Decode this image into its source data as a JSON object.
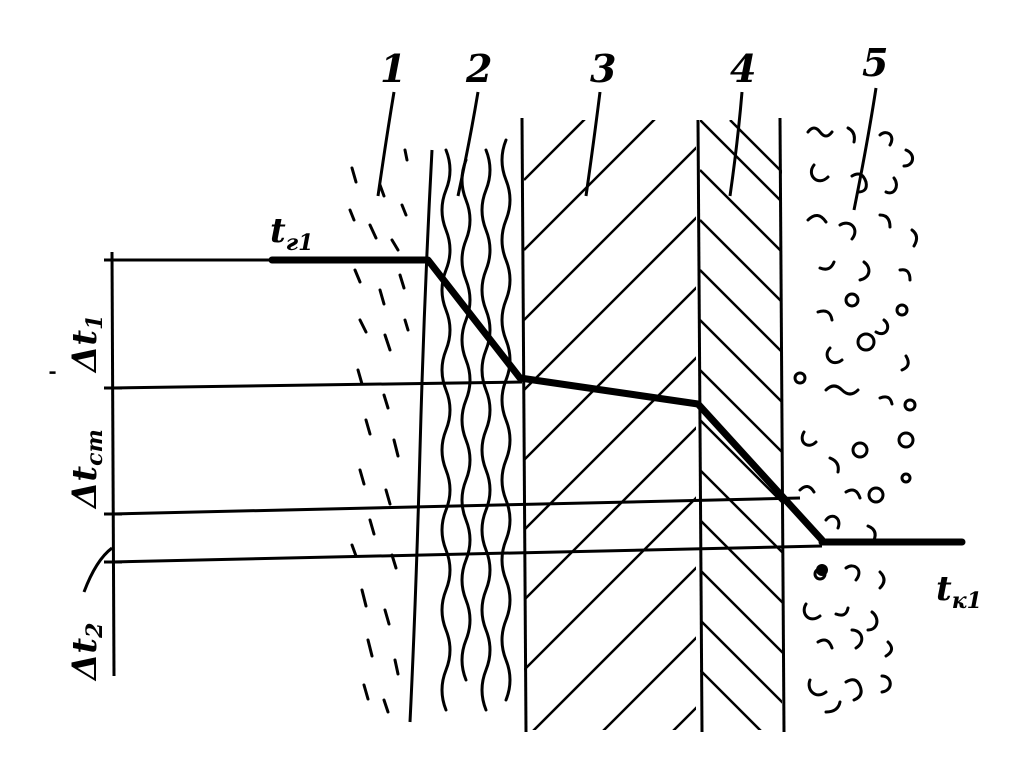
{
  "layer_labels": [
    "1",
    "2",
    "3",
    "4",
    "5"
  ],
  "temp_labels": {
    "gas": {
      "main": "t",
      "sub": "г1"
    },
    "coolant": {
      "main": "t",
      "sub": "к1"
    }
  },
  "delta_labels": {
    "d1": {
      "main": "Δt",
      "sub": "1",
      "accent": "'"
    },
    "dwall": {
      "main": "Δt",
      "sub": "cm"
    },
    "d2": {
      "main": "Δt",
      "sub": "2"
    }
  },
  "colors": {
    "ink": "#000000",
    "paper": "#ffffff"
  }
}
